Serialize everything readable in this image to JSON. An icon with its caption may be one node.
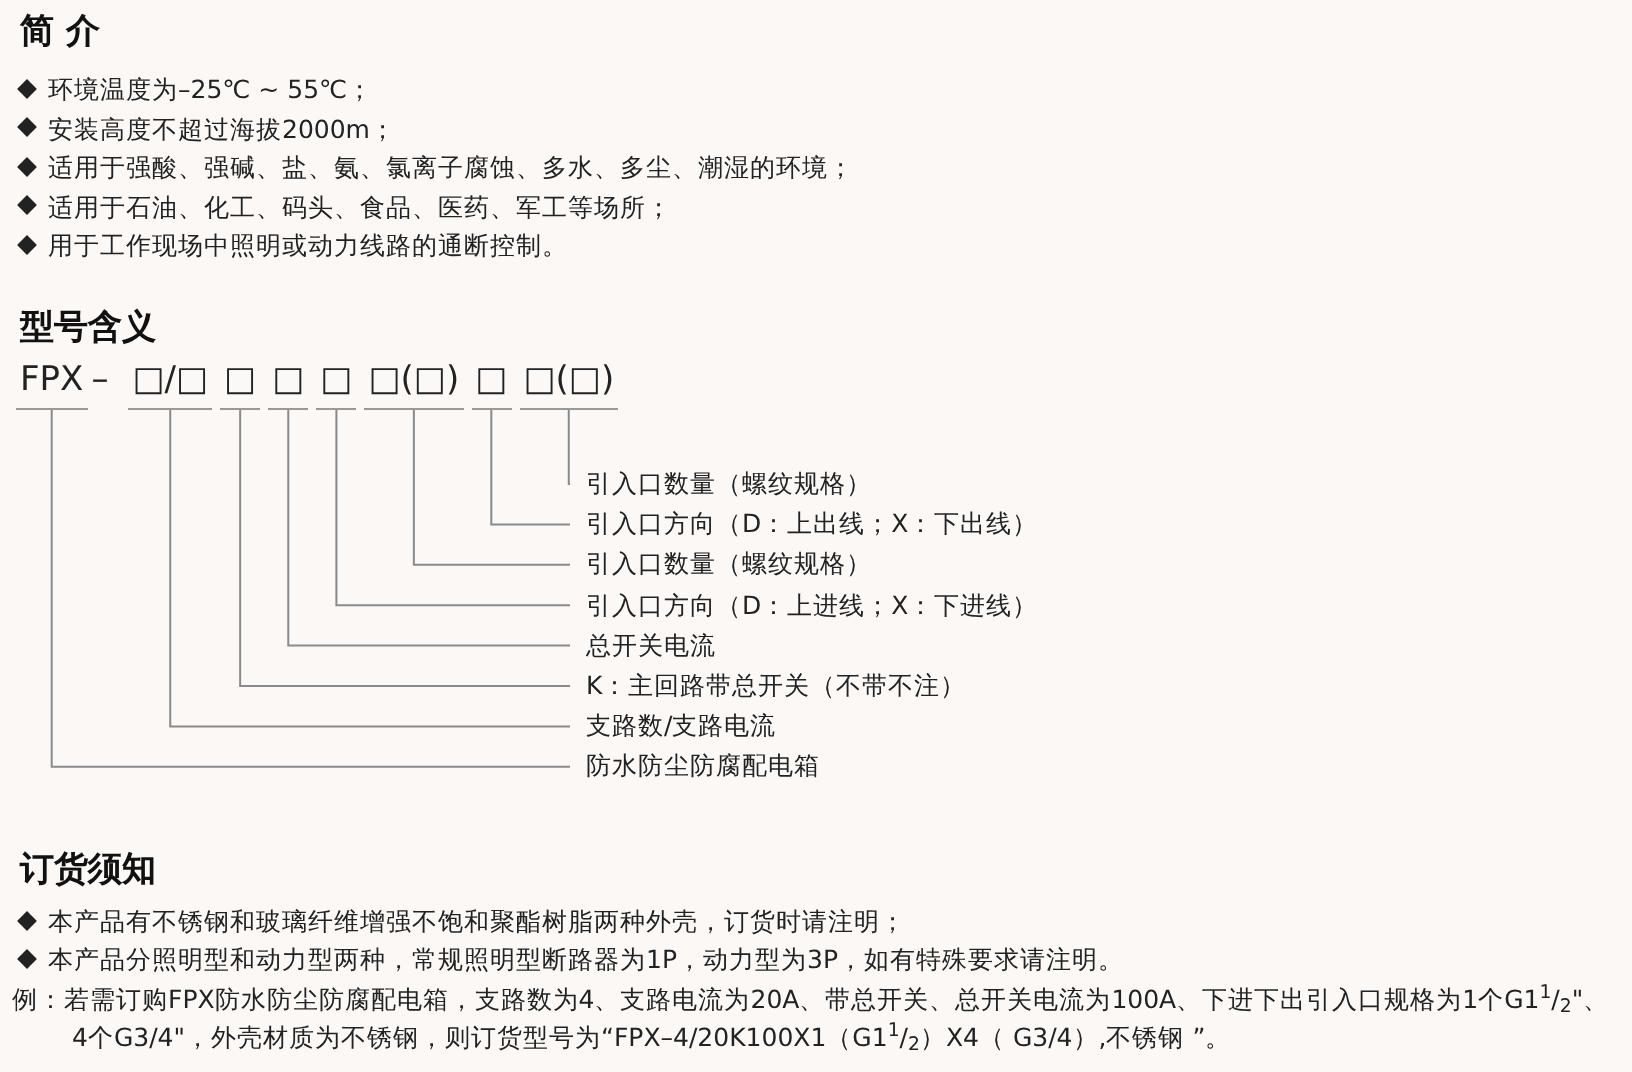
{
  "diagram": {
    "nodes": [
      {
        "text": [
          "FPX"
        ]
      },
      {
        "text": [
          "□/□"
        ]
      },
      {
        "text": [
          "□"
        ]
      },
      {
        "text": [
          "□"
        ]
      },
      {
        "text": [
          "□"
        ]
      },
      {
        "text": [
          "□(□)"
        ]
      },
      {
        "text": [
          "□"
        ]
      },
      {
        "text": [
          "□(□)"
        ]
      },
      {
        "text": [
          "引入口数量（螺纹规格）"
        ]
      },
      {
        "text": [
          "引入口方向（D：上出线；X：下出线）"
        ]
      },
      {
        "text": [
          "引入口数量（螺纹规格）"
        ]
      },
      {
        "text": [
          "引入口方向（D：上进线；X：下进线）"
        ]
      },
      {
        "text": [
          "总开关电流"
        ]
      },
      {
        "text": [
          "K：主回路带总开关（不带不注）"
        ]
      },
      {
        "text": [
          "支路数/支路电流"
        ]
      },
      {
        "text": [
          "防水防尘防腐配电箱"
        ]
      }
    ],
    "edges": [
      {
        "from": 8,
        "to": 7,
        "arrow": "none"
      },
      {
        "from": 9,
        "to": 6,
        "arrow": "none"
      },
      {
        "from": 10,
        "to": 5,
        "arrow": "none"
      },
      {
        "from": 11,
        "to": 4,
        "arrow": "none"
      },
      {
        "from": 12,
        "to": 3,
        "arrow": "none"
      },
      {
        "from": 13,
        "to": 2,
        "arrow": "none"
      },
      {
        "from": 14,
        "to": 1,
        "arrow": "none"
      },
      {
        "from": 15,
        "to": 0,
        "arrow": "none"
      }
    ],
    "labels": [
      "简 介",
      "环境温度为–25℃ ~ 55℃；",
      "安装高度不超过海拔2000m；",
      "适用于强酸、强碱、盐、氨、氯离子腐蚀、多水、多尘、潮湿的环境；",
      "适用于石油、化工、码头、食品、医药、军工等场所；",
      "用于工作现场中照明或动力线路的通断控制。",
      "型号含义",
      "–",
      "订货须知",
      "本产品有不锈钢和玻璃纤维增强不饱和聚酯树脂两种外壳，订货时请注明；",
      "本产品分照明型和动力型两种，常规照明型断路器为1P，动力型为3P，如有特殊要求请注明。",
      "例：若需订购FPX防水防尘防腐配电箱，支路数为4、支路电流为20A、带总开关、总开关电流为100A、下进下出引入口规格为1个G1$^{1}$/$_{2}$\"、4个G3/4\"，外壳材质为不锈钢，则订货型号为“FPX–4/20K100X1（G1$^{1}$/$_{2}$）X4（ G3/4）,不锈钢 ”。"
    ]
  }
}
